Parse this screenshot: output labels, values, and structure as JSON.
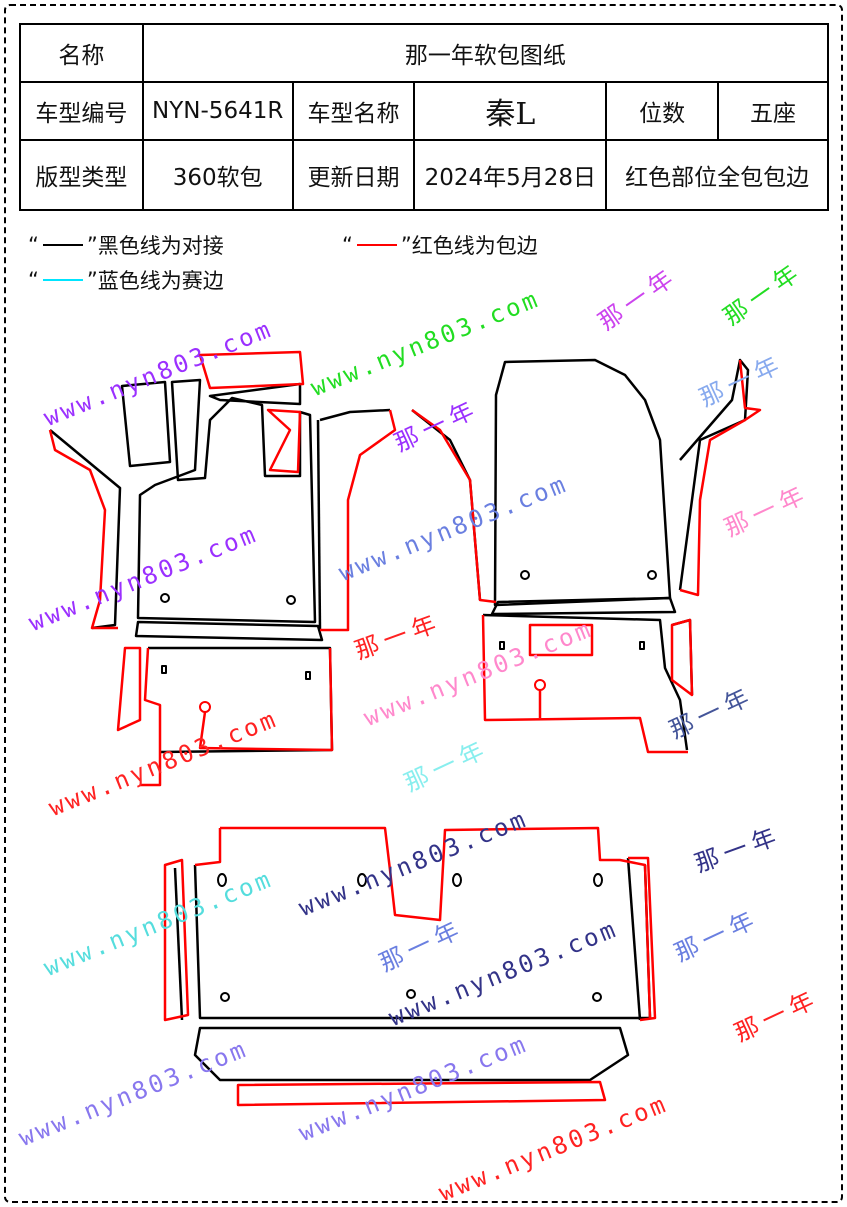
{
  "table": {
    "name_label": "名称",
    "title": "那一年软包图纸",
    "model_no_label": "车型编号",
    "model_no": "NYN-5641R",
    "model_name_label": "车型名称",
    "model_name": "秦L",
    "seats_label": "位数",
    "seats": "五座",
    "type_label": "版型类型",
    "type": "360软包",
    "date_label": "更新日期",
    "date": "2024年5月28日",
    "coverage": "红色部位全包包边"
  },
  "legend": {
    "black": "黑色线为对接",
    "red": "红色线为包边",
    "blue": "蓝色线为赛边",
    "quote_open": "“",
    "quote_close": "”",
    "colors": {
      "black": "#000000",
      "red": "#ff0000",
      "blue": "#00e5ff"
    }
  },
  "watermarks": {
    "url": "www.nyn803.com",
    "brand": "那一年"
  }
}
